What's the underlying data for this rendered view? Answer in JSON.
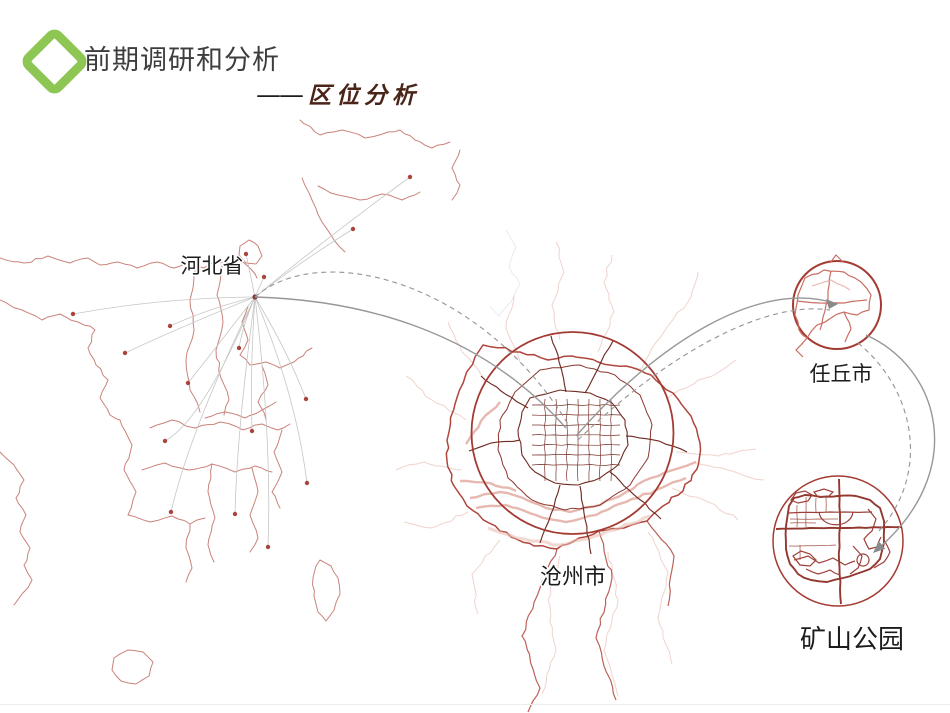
{
  "slide": {
    "title": "前期调研和分析",
    "subtitle_dash": "——",
    "subtitle_text": "区位分析",
    "colors": {
      "accent_green": "#8dc652",
      "map_outline": "#c9837b",
      "circle_red": "#a43b33",
      "city_road_dark": "#702b23",
      "river_pink": "#e3aca2",
      "arc_gray": "#979797",
      "title_text": "#3d3d3d",
      "subtitle_text": "#4a2419",
      "label_text": "#1c1c1c"
    }
  },
  "map": {
    "labels": {
      "hebei": "河北省",
      "cangzhou": "沧州市",
      "renqiu": "任丘市",
      "park": "矿山公园"
    }
  }
}
